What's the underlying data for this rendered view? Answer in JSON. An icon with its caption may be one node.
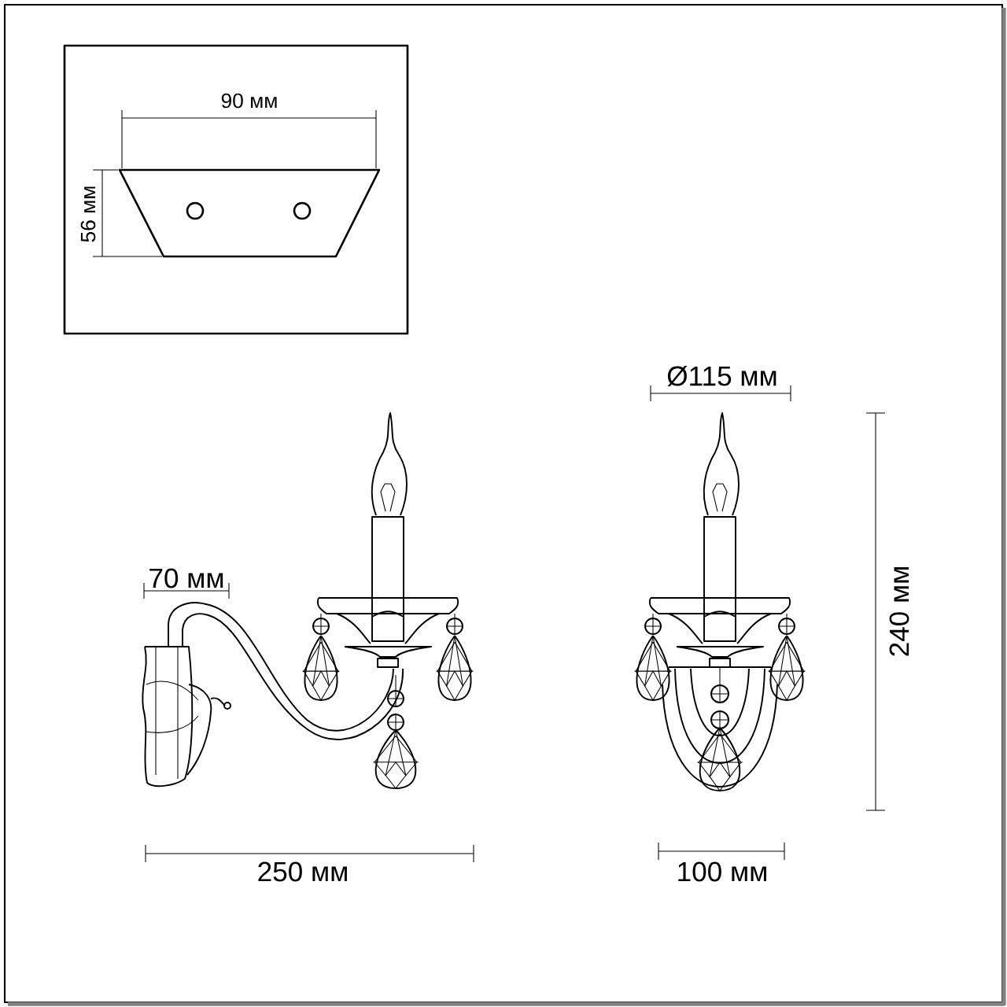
{
  "diagram": {
    "labels": [
      "90 мм",
      "56 мм",
      "Ø115 мм",
      "70 мм",
      "240 мм",
      "250 мм",
      "100 мм"
    ]
  }
}
